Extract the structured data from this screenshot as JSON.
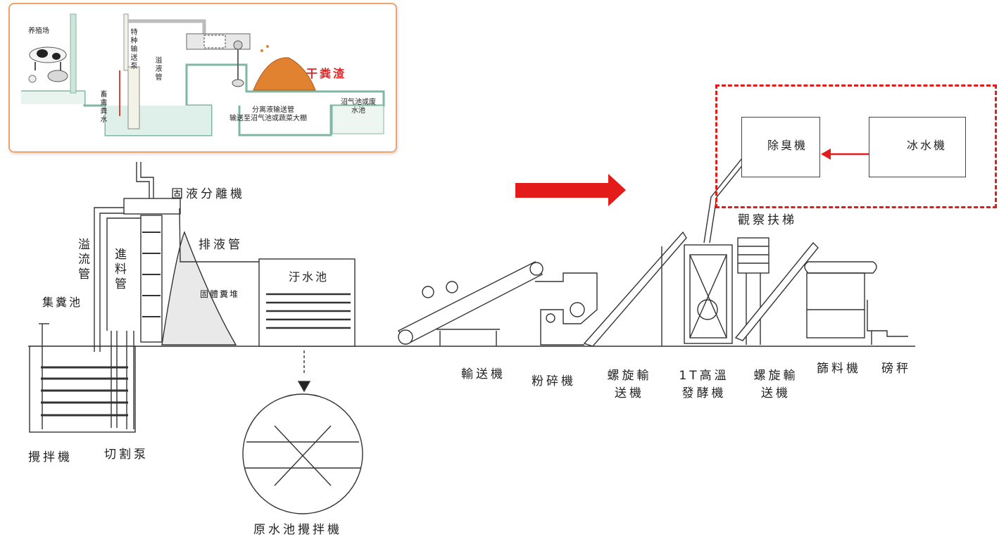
{
  "inset": {
    "farm": "养殖场",
    "manure_water": "畜禽粪水",
    "special_pump": "特种输送泵",
    "overflow_pipe": "溢液管",
    "dry_residue": "干粪渣",
    "separated_liquid": "分离液输送管",
    "to_biogas": "输送至沼气池或蔬菜大棚",
    "biogas_pool": "沼气池或废水池"
  },
  "diagram": {
    "separator": "固液分離機",
    "overflow_pipe": "溢流管",
    "feed_pipe": "進料管",
    "collection_pool": "集糞池",
    "drain_pipe": "排液管",
    "solid_pile": "固體糞堆",
    "sewage_pool": "汙水池",
    "mixer": "攪拌機",
    "cutting_pump": "切割泵",
    "pool_mixer": "原水池攪拌機",
    "conveyor": "輸送機",
    "crusher": "粉碎機",
    "screw_conveyor_1": "螺旋輸送機",
    "fermenter": "1T高溫發酵機",
    "screw_conveyor_2": "螺旋輸送機",
    "sifter": "篩料機",
    "scale": "磅秤",
    "ladder": "觀察扶梯",
    "deodorizer": "除臭機",
    "chiller": "冰水機"
  },
  "colors": {
    "accent_arrow": "#e31b1b",
    "inset_border": "#f0a36a",
    "manure_pile": "#e0822f",
    "water": "#dff0ea",
    "line": "#333333"
  }
}
